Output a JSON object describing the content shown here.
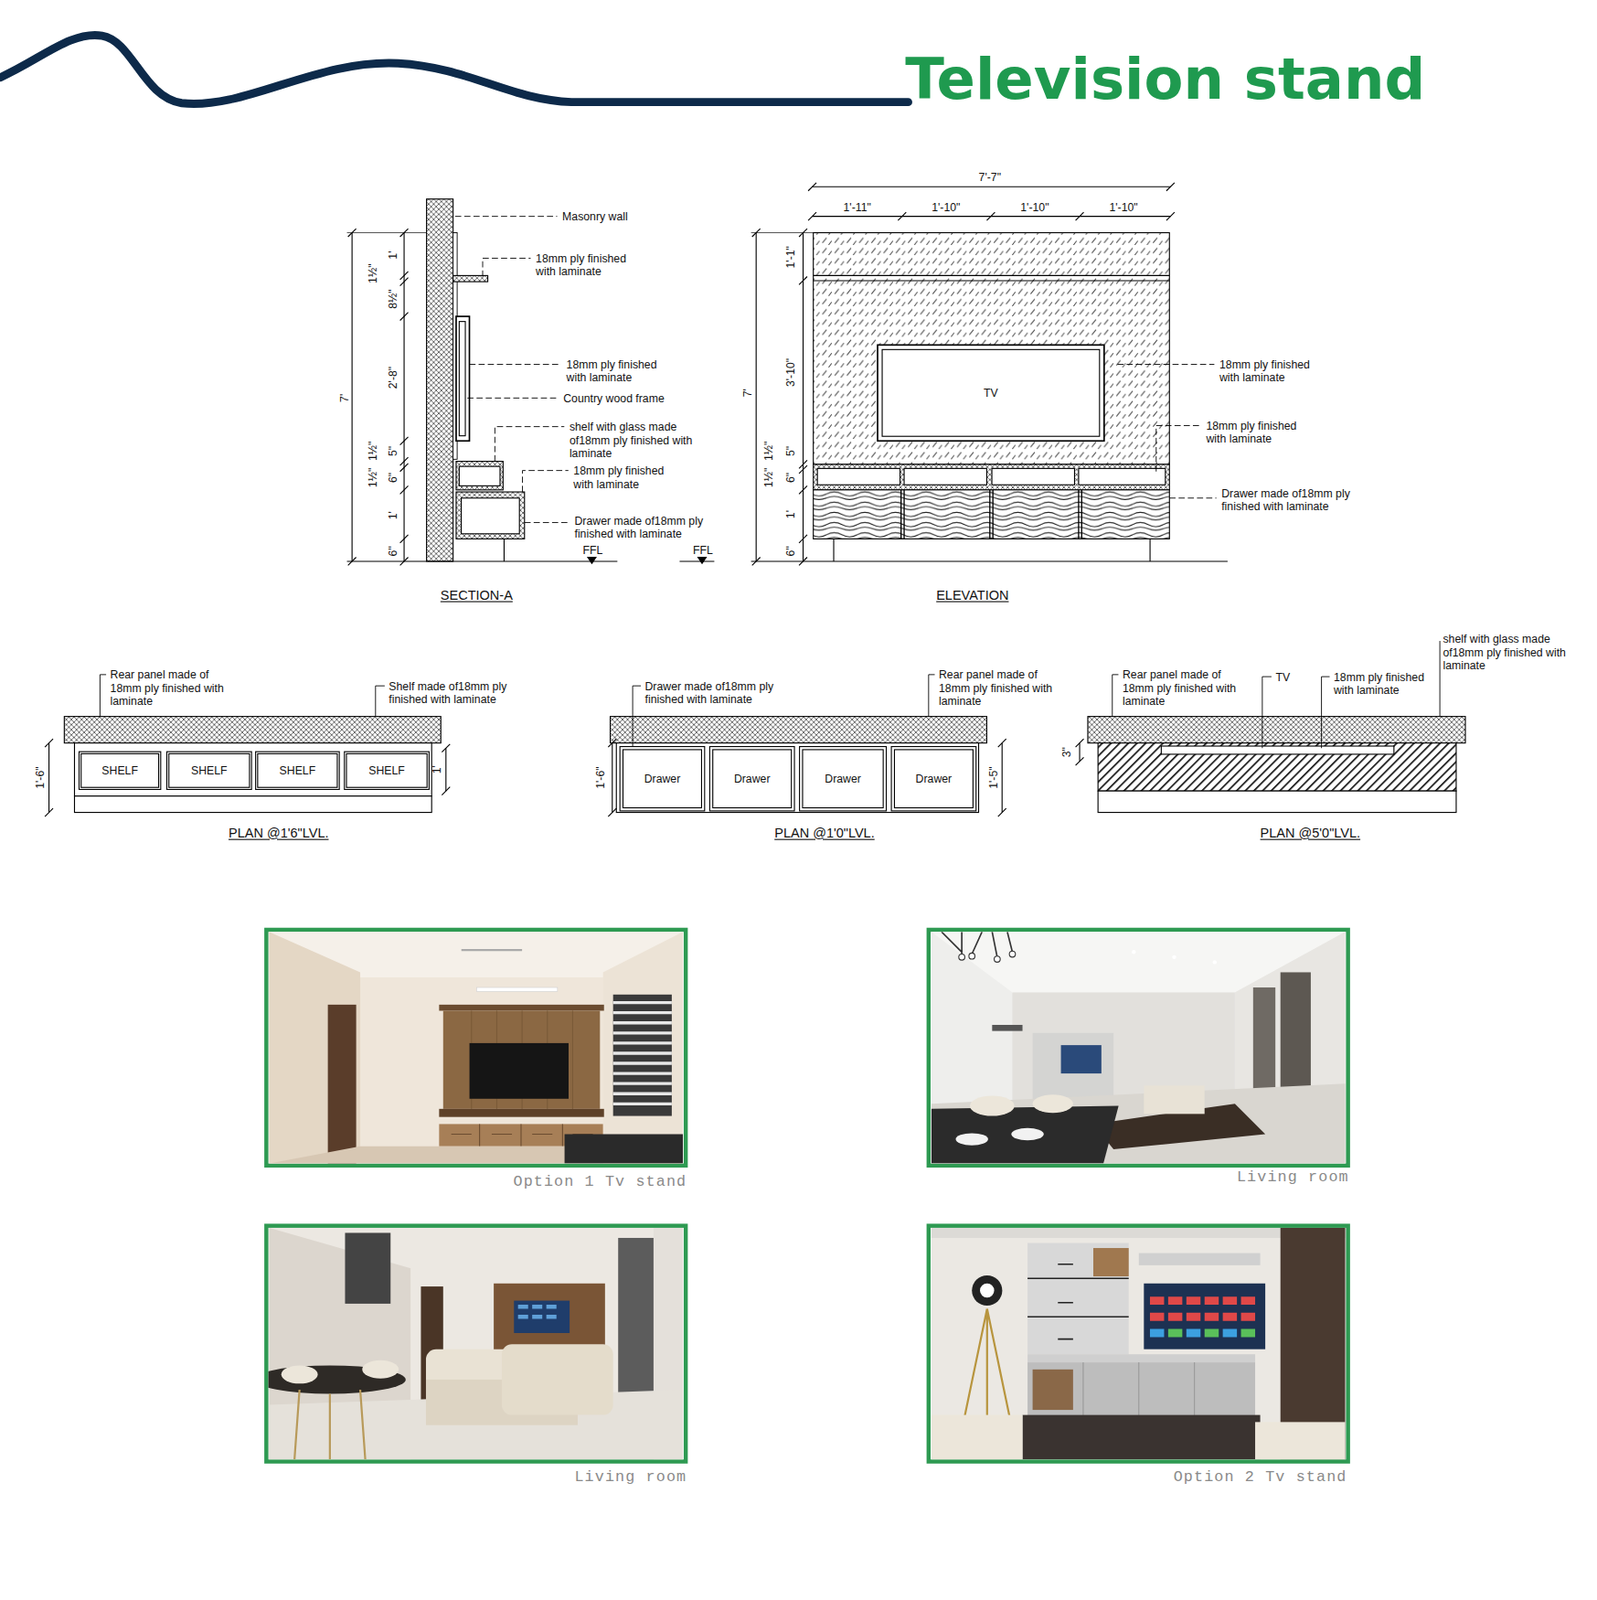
{
  "diagram": {
    "title": "Television stand",
    "nodes": [
      {
        "text": [
          "TV"
        ]
      },
      {
        "text": [
          "SHELF"
        ]
      },
      {
        "text": [
          "SHELF"
        ]
      },
      {
        "text": [
          "SHELF"
        ]
      },
      {
        "text": [
          "SHELF"
        ]
      },
      {
        "text": [
          "Drawer"
        ]
      },
      {
        "text": [
          "Drawer"
        ]
      },
      {
        "text": [
          "Drawer"
        ]
      },
      {
        "text": [
          "Drawer"
        ]
      }
    ],
    "labels": [
      "Masonry wall",
      "18mm ply finished with laminate",
      "18mm ply finished with laminate",
      "Country wood frame",
      "shelf with glass made of18mm ply finished with laminate",
      "18mm ply finished with laminate",
      "Drawer made of18mm ply finished with laminate",
      "7'",
      "1'",
      "1½\"",
      "8½\"",
      "2'-8\"",
      "1½\"",
      "5\"",
      "1½\"",
      "6\"",
      "1'",
      "6\"",
      "FFL",
      "FFL",
      "SECTION-A",
      "7'-7\"",
      "1'-11\"",
      "1'-10\"",
      "1'-10\"",
      "1'-10\"",
      "7'",
      "1'-1\"",
      "3'-10\"",
      "1½\"",
      "5\"",
      "1½\"",
      "6\"",
      "1'",
      "6\"",
      "18mm ply finished with laminate",
      "18mm ply finished with laminate",
      "Drawer made of18mm ply finished with laminate",
      "ELEVATION",
      "Rear panel made of 18mm ply finished with laminate",
      "Shelf made of18mm ply finished with laminate",
      "1'-6\"",
      "1'",
      "PLAN @1'6\"LVL.",
      "Drawer made of18mm ply finished with laminate",
      "Rear panel made of 18mm ply finished with laminate",
      "1'-6\"",
      "1'-5\"",
      "PLAN @1'0\"LVL.",
      "Rear panel made of 18mm ply finished with laminate",
      "TV",
      "18mm ply finished with laminate",
      "shelf with glass made of18mm ply finished with laminate",
      "3\"",
      "PLAN @5'0\"LVL.",
      "Option 1 Tv stand",
      "Living room",
      "Living room",
      "Option 2 Tv stand"
    ]
  }
}
